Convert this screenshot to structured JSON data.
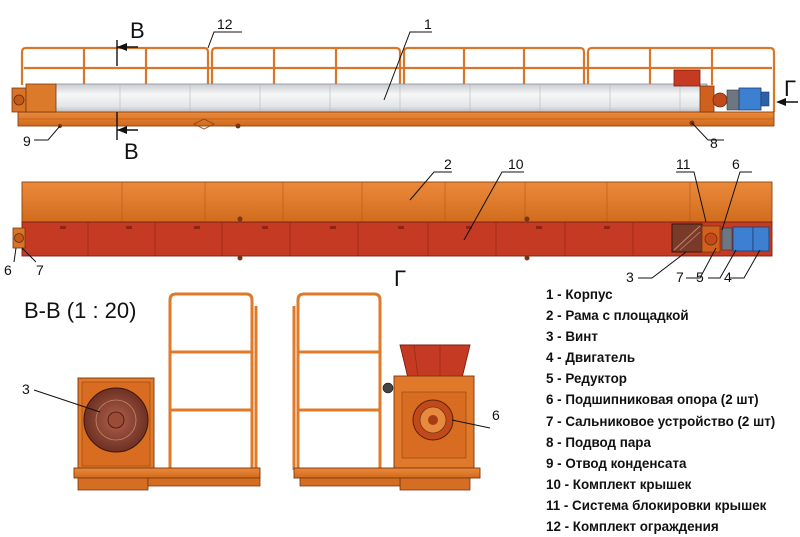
{
  "view_marks": {
    "section_top": "В",
    "section_bottom": "В",
    "view_arrow": "Г",
    "view_title": "Г"
  },
  "section_title": "В-В (1 : 20)",
  "callouts": {
    "c1": "1",
    "c2": "2",
    "c3a": "3",
    "c3b": "3",
    "c4": "4",
    "c5": "5",
    "c6a": "6",
    "c6b": "6",
    "c6c": "6",
    "c7a": "7",
    "c7b": "7",
    "c8": "8",
    "c9": "9",
    "c10": "10",
    "c11": "11",
    "c12": "12"
  },
  "legend": [
    "1 - Корпус",
    "2 - Рама с площадкой",
    "3 - Винт",
    "4 - Двигатель",
    "5 - Редуктор",
    "6 - Подшипниковая опора (2 шт)",
    "7 - Сальниковое устройство (2 шт)",
    "8 - Подвод пара",
    "9 - Отвод конденсата",
    "10 - Комплект крышек",
    "11 - Система блокировки крышек",
    "12 - Комплект ограждения"
  ],
  "colors": {
    "frame_orange": "#e07a2a",
    "frame_dark": "#a94f14",
    "cover_red": "#c43a22",
    "body_white": "#eef0f2",
    "motor_blue": "#3d7fd0",
    "screw_brown": "#7a3a2a",
    "line": "#222222"
  }
}
